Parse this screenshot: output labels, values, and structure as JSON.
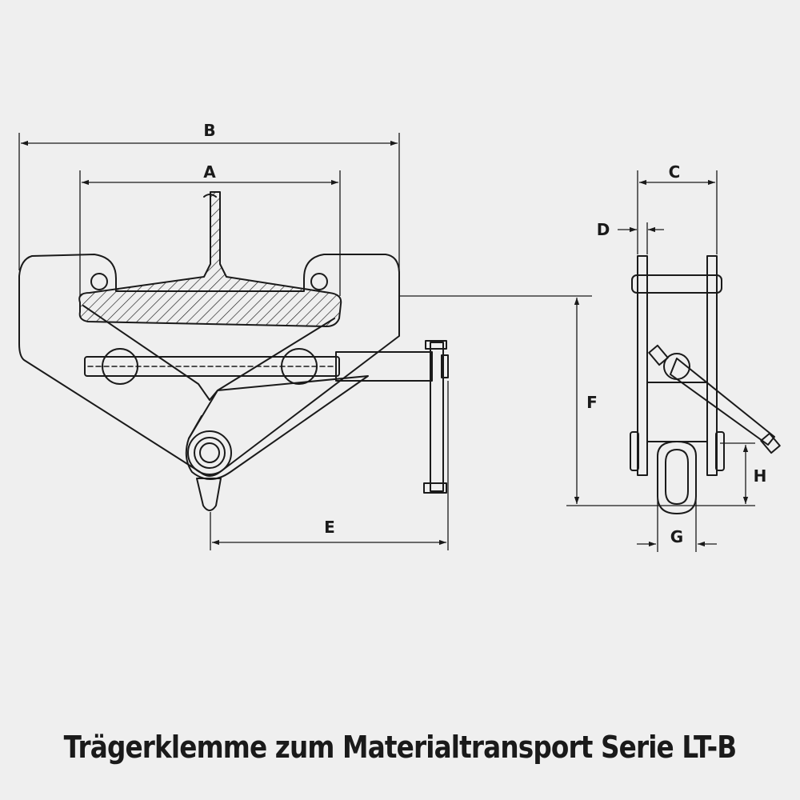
{
  "caption": "Trägerklemme zum Materialtransport Serie LT-B",
  "dimensions": {
    "a": "A",
    "b": "B",
    "c": "C",
    "d": "D",
    "e": "E",
    "f": "F",
    "g": "G",
    "h": "H"
  },
  "colors": {
    "background": "#efefef",
    "line": "#1a1a1a",
    "text": "#1a1a1a"
  }
}
